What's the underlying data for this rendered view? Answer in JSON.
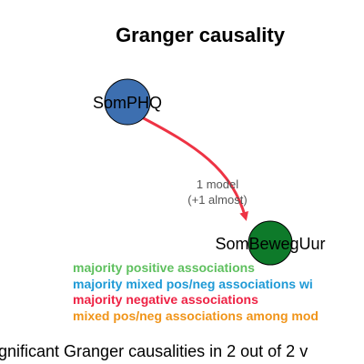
{
  "title": "Granger causality",
  "nodes": [
    {
      "id": "n1",
      "label": "SomPHQ",
      "color": "#3d6fb0"
    },
    {
      "id": "n2",
      "label": "SomBewegUur",
      "color": "#0e7a2a"
    }
  ],
  "edge": {
    "from": "SomPHQ",
    "to": "SomBewegUur",
    "color": "#ee3344",
    "label_line1": "1 model",
    "label_line2": "(+1 almost)"
  },
  "legend": [
    {
      "text": "majority positive associations",
      "color": "#5fc05f"
    },
    {
      "text": "majority mixed pos/neg associations wi",
      "color": "#1f9ad6"
    },
    {
      "text": "majority negative associations",
      "color": "#ee2244"
    },
    {
      "text": "mixed pos/neg associations among mod",
      "color": "#f09419"
    }
  ],
  "footer": "ignificant Granger causalities in 2 out of 2 v"
}
